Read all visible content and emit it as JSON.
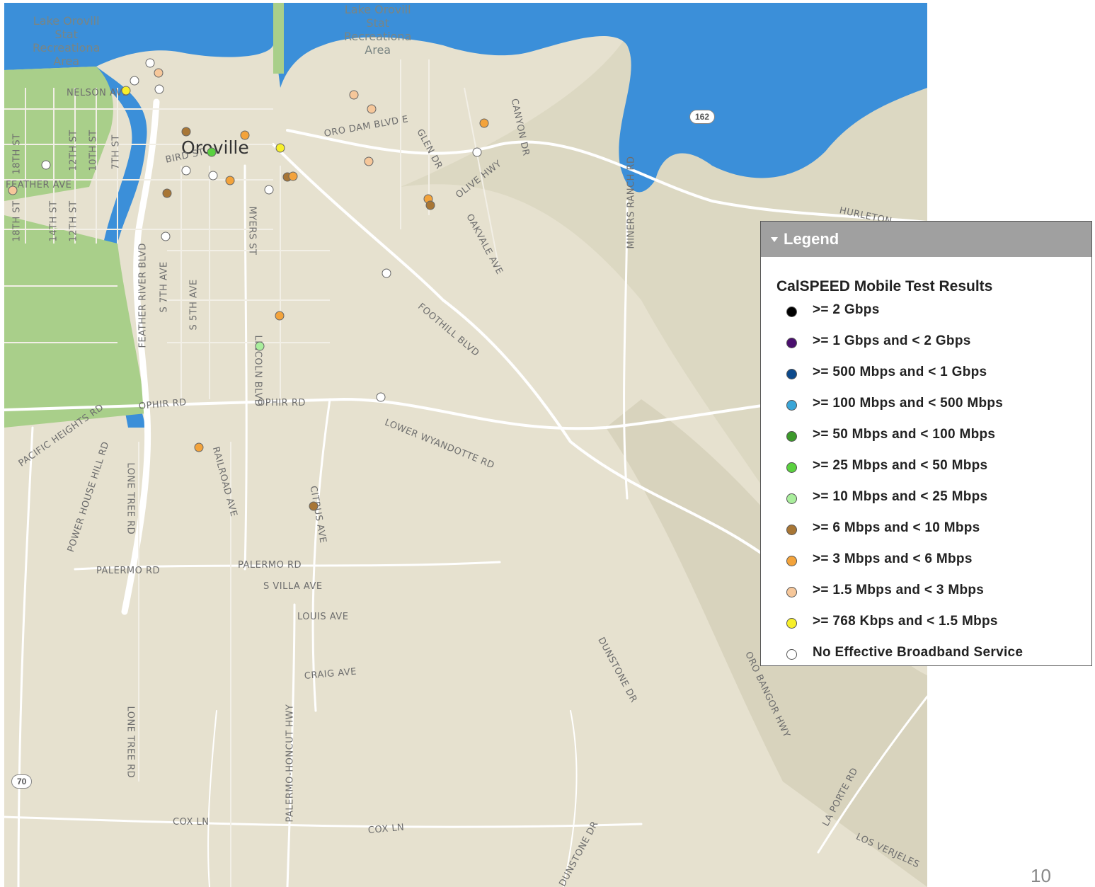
{
  "colors": {
    "land": "#e6e1cf",
    "water": "#3b8fd9",
    "park": "#a9cf8a",
    "road": "#ffffff",
    "highway": "#f7f7f5",
    "hills": "#d9d5c0"
  },
  "map": {
    "city": "Oroville",
    "area_labels": [
      "Lake Oroville State Recreational Area",
      "Lake Oroville State Recreational Area"
    ],
    "shields": [
      "162",
      "70"
    ],
    "streets": [
      "NELSON AVE",
      "18TH ST",
      "12TH ST",
      "10TH ST",
      "7TH ST",
      "18TH ST",
      "14TH ST",
      "12TH ST",
      "BIRD ST",
      "FEATHER AVE",
      "ORO DAM BLVD E",
      "GLEN DR",
      "CANYON DR",
      "OLIVE HWY",
      "OAKVALE AVE",
      "MYERS ST",
      "FEATHER RIVER BLVD",
      "S 7TH AVE",
      "S 5TH AVE",
      "HURLETON",
      "MINERS RANCH RD",
      "FOOTHILL BLVD",
      "LINCOLN BLVD",
      "OPHIR RD",
      "OPHIR RD",
      "PACIFIC HEIGHTS RD",
      "POWER HOUSE HILL RD",
      "LONE TREE RD",
      "RAILROAD AVE",
      "LOWER WYANDOTTE RD",
      "CITRUS AVE",
      "PALERMO RD",
      "PALERMO RD",
      "S VILLA AVE",
      "LOUIS AVE",
      "CRAIG AVE",
      "DUNSTONE DR",
      "ORO BANGOR HWY",
      "LONE TREE RD",
      "PALERMO-HONCUT HWY",
      "COX LN",
      "COX LN",
      "DUNSTONE DR",
      "LA PORTE RD",
      "LOS VERJELES"
    ]
  },
  "points": [
    {
      "x": 0.158,
      "y": 0.068,
      "cat": "none"
    },
    {
      "x": 0.167,
      "y": 0.079,
      "cat": "c1_5"
    },
    {
      "x": 0.141,
      "y": 0.088,
      "cat": "none"
    },
    {
      "x": 0.132,
      "y": 0.099,
      "cat": "c768"
    },
    {
      "x": 0.168,
      "y": 0.098,
      "cat": "none"
    },
    {
      "x": 0.379,
      "y": 0.104,
      "cat": "c1_5"
    },
    {
      "x": 0.398,
      "y": 0.12,
      "cat": "c1_5"
    },
    {
      "x": 0.52,
      "y": 0.136,
      "cat": "c3"
    },
    {
      "x": 0.197,
      "y": 0.146,
      "cat": "c6"
    },
    {
      "x": 0.261,
      "y": 0.15,
      "cat": "c3"
    },
    {
      "x": 0.299,
      "y": 0.164,
      "cat": "c768"
    },
    {
      "x": 0.225,
      "y": 0.169,
      "cat": "c25"
    },
    {
      "x": 0.512,
      "y": 0.169,
      "cat": "none"
    },
    {
      "x": 0.045,
      "y": 0.183,
      "cat": "none"
    },
    {
      "x": 0.395,
      "y": 0.179,
      "cat": "c1_5"
    },
    {
      "x": 0.197,
      "y": 0.19,
      "cat": "none"
    },
    {
      "x": 0.226,
      "y": 0.195,
      "cat": "none"
    },
    {
      "x": 0.245,
      "y": 0.201,
      "cat": "c3"
    },
    {
      "x": 0.307,
      "y": 0.197,
      "cat": "c6"
    },
    {
      "x": 0.313,
      "y": 0.196,
      "cat": "c3"
    },
    {
      "x": 0.287,
      "y": 0.211,
      "cat": "none"
    },
    {
      "x": 0.009,
      "y": 0.212,
      "cat": "c1_5"
    },
    {
      "x": 0.176,
      "y": 0.215,
      "cat": "c6"
    },
    {
      "x": 0.459,
      "y": 0.222,
      "cat": "c3"
    },
    {
      "x": 0.462,
      "y": 0.229,
      "cat": "c6"
    },
    {
      "x": 0.175,
      "y": 0.264,
      "cat": "none"
    },
    {
      "x": 0.414,
      "y": 0.306,
      "cat": "none"
    },
    {
      "x": 0.298,
      "y": 0.354,
      "cat": "c3"
    },
    {
      "x": 0.277,
      "y": 0.388,
      "cat": "c10"
    },
    {
      "x": 0.408,
      "y": 0.446,
      "cat": "none"
    },
    {
      "x": 0.211,
      "y": 0.503,
      "cat": "c3"
    },
    {
      "x": 0.335,
      "y": 0.569,
      "cat": "c6"
    }
  ],
  "legend": {
    "title": "Legend",
    "subtitle": "CalSPEED Mobile Test Results",
    "items": [
      {
        "label": ">= 2 Gbps",
        "color": "#000000"
      },
      {
        "label": ">= 1 Gbps and < 2 Gbps",
        "color": "#4a0f6e"
      },
      {
        "label": ">= 500 Mbps and < 1 Gbps",
        "color": "#0d4a8c"
      },
      {
        "label": ">= 100 Mbps and < 500 Mbps",
        "color": "#3aa6d8"
      },
      {
        "label": ">= 50 Mbps and < 100 Mbps",
        "color": "#3c9a2b"
      },
      {
        "label": ">= 25 Mbps and < 50 Mbps",
        "color": "#5ad13f"
      },
      {
        "label": ">= 10 Mbps and < 25 Mbps",
        "color": "#a9ee9c"
      },
      {
        "label": ">= 6 Mbps and < 10 Mbps",
        "color": "#a87635"
      },
      {
        "label": ">= 3 Mbps and < 6 Mbps",
        "color": "#f3a33b"
      },
      {
        "label": ">= 1.5 Mbps and < 3 Mbps",
        "color": "#f6c79a"
      },
      {
        "label": ">= 768 Kbps and < 1.5 Mbps",
        "color": "#f7ef2a"
      },
      {
        "label": "No Effective Broadband Service",
        "color": "#ffffff"
      }
    ]
  },
  "page_number": "10"
}
